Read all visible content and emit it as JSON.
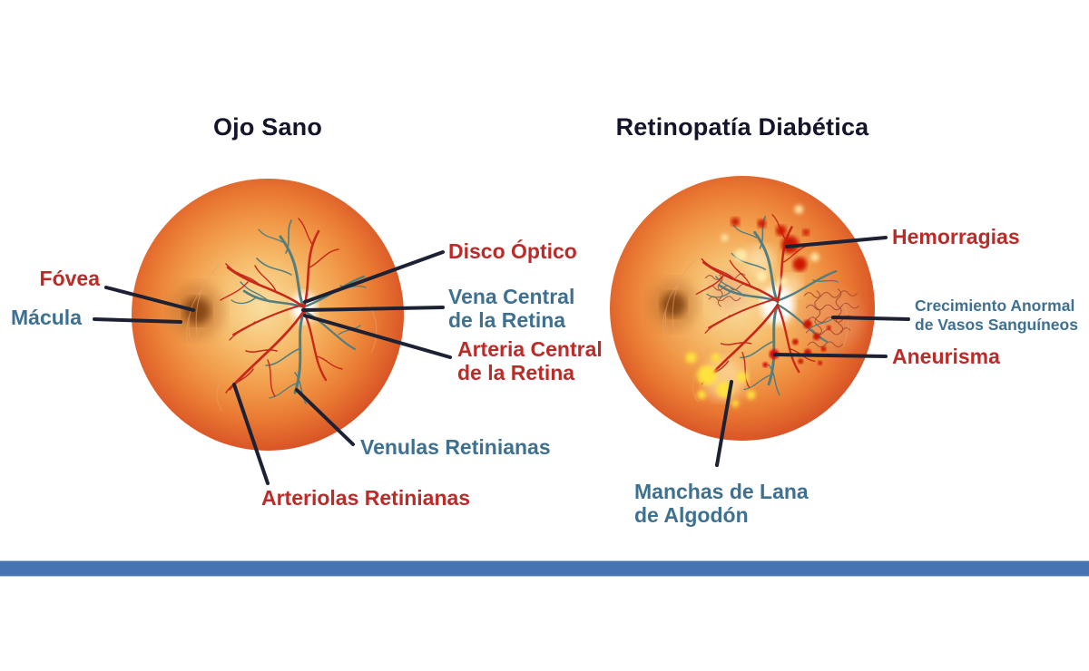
{
  "figure": {
    "description": "Comparación de un ojo sano y un ojo con retinopatía diabética",
    "colors": {
      "red_label": "#bb2b28",
      "blue_label": "#3e7191",
      "title": "#14142b",
      "leader_line": "#1c2133",
      "bottom_bar": "#4674b0",
      "fundus_edge": "#b8391d",
      "fundus_center": "#f9dfa0"
    }
  },
  "panels": [
    {
      "id": "healthy",
      "title": "Ojo Sano",
      "labels": [
        {
          "text": "Fóvea",
          "type": "red"
        },
        {
          "text": "Mácula",
          "type": "blue"
        },
        {
          "text": "Disco Óptico",
          "type": "red"
        },
        {
          "text": "Vena Central\nde la Retina",
          "type": "blue"
        },
        {
          "text": "Arteria Central\nde la Retina",
          "type": "red"
        },
        {
          "text": "Venulas Retinianas",
          "type": "blue"
        },
        {
          "text": "Arteriolas Retinianas",
          "type": "red"
        }
      ]
    },
    {
      "id": "diabetic",
      "title": "Retinopatía Diabética",
      "labels": [
        {
          "text": "Hemorragias",
          "type": "red"
        },
        {
          "text": "Crecimiento Anormal\nde Vasos Sanguíneos",
          "type": "blue"
        },
        {
          "text": "Aneurisma",
          "type": "red"
        },
        {
          "text": "Manchas de Lana\nde Algodón",
          "type": "blue"
        }
      ]
    }
  ]
}
